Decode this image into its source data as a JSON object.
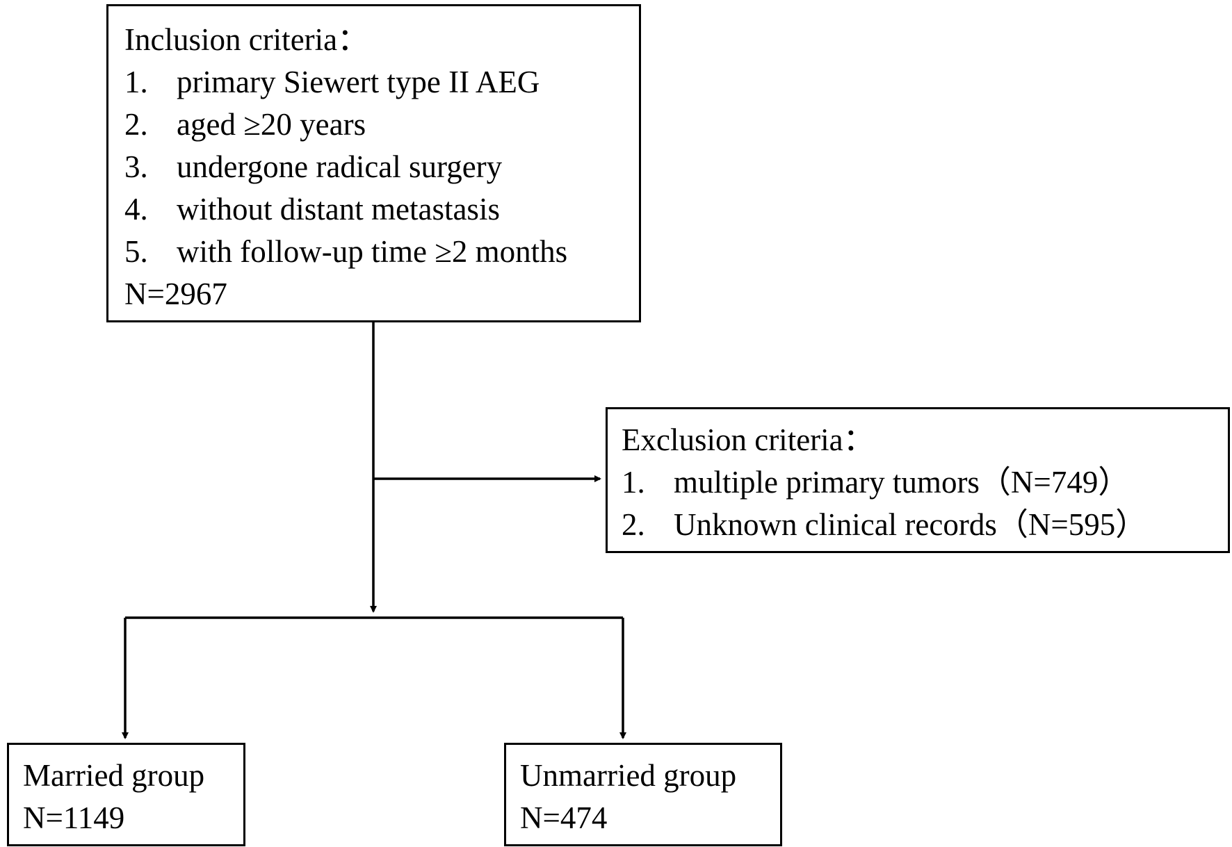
{
  "inclusion": {
    "title": "Inclusion criteria：",
    "items": [
      {
        "num": "1.",
        "text": "primary Siewert type II AEG"
      },
      {
        "num": "2.",
        "text": "aged ≥20 years"
      },
      {
        "num": "3.",
        "text": "undergone radical surgery"
      },
      {
        "num": "4.",
        "text": "without distant metastasis"
      },
      {
        "num": "5.",
        "text": "with follow-up time ≥2 months"
      }
    ],
    "n": "N=2967"
  },
  "exclusion": {
    "title": "Exclusion criteria：",
    "items": [
      {
        "num": "1.",
        "text": "multiple primary tumors（N=749）"
      },
      {
        "num": "2.",
        "text": "Unknown clinical records（N=595）"
      }
    ]
  },
  "married": {
    "label": "Married group",
    "n": "N=1149"
  },
  "unmarried": {
    "label": "Unmarried group",
    "n": "N=474"
  }
}
